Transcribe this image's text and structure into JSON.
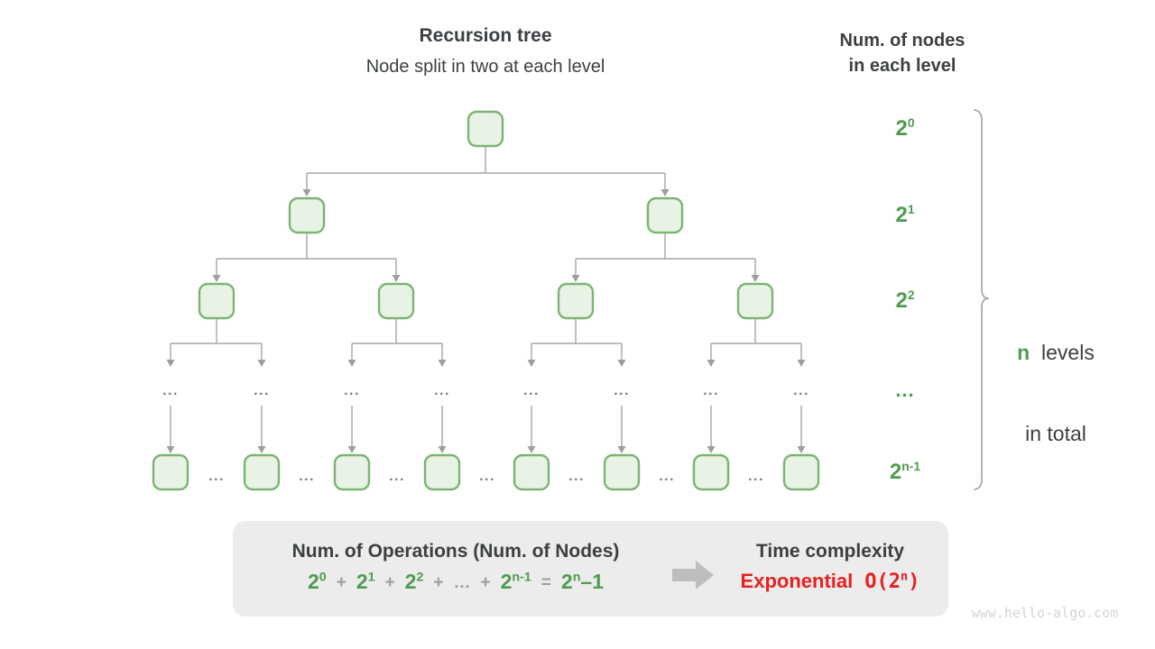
{
  "header": {
    "title": "Recursion tree",
    "subtitle": "Node split in two at each level"
  },
  "right_header": {
    "line1": "Num. of nodes",
    "line2": "in each level"
  },
  "level_labels": [
    {
      "base": "2",
      "sup": "0"
    },
    {
      "base": "2",
      "sup": "1"
    },
    {
      "base": "2",
      "sup": "2"
    },
    {
      "dots": "..."
    },
    {
      "base": "2",
      "sup": "n-1"
    }
  ],
  "tree": {
    "ellipsis": "..."
  },
  "brace_label": {
    "n": "n",
    "levels": "  levels",
    "second_line": "in total"
  },
  "summary": {
    "operations_heading": "Num. of Operations (Num. of Nodes)",
    "formula": [
      {
        "t": "2",
        "sup": "0",
        "k": "g"
      },
      {
        "t": "+",
        "k": "y"
      },
      {
        "t": "2",
        "sup": "1",
        "k": "g"
      },
      {
        "t": "+",
        "k": "y"
      },
      {
        "t": "2",
        "sup": "2",
        "k": "g"
      },
      {
        "t": "+",
        "k": "y"
      },
      {
        "t": "…",
        "k": "y"
      },
      {
        "t": "+",
        "k": "y"
      },
      {
        "t": "2",
        "sup": "n-1",
        "k": "g"
      },
      {
        "t": "=",
        "k": "y"
      },
      {
        "t": "2",
        "sup": "n",
        "tail": "–1",
        "k": "g"
      }
    ],
    "time_heading": "Time complexity",
    "complexity_word": "Exponential",
    "complexity_O": "O(2",
    "complexity_sup": "n",
    "complexity_close": ")"
  },
  "watermark": "www.hello-algo.com",
  "colors": {
    "green": "#4f9b4f",
    "red": "#e82020",
    "dark": "#3c4043",
    "node_fill": "#e9f3e5",
    "node_border": "#7cb573",
    "line_gray": "#a6a6a6",
    "ellipsis_gray": "#7b7b7b",
    "symbol_gray": "#9e9e9e",
    "box_bg": "#ececec",
    "arrow_gray": "#bdbdbd",
    "brace_gray": "#9e9e9e",
    "watermark_gray": "#d4d4d4"
  }
}
